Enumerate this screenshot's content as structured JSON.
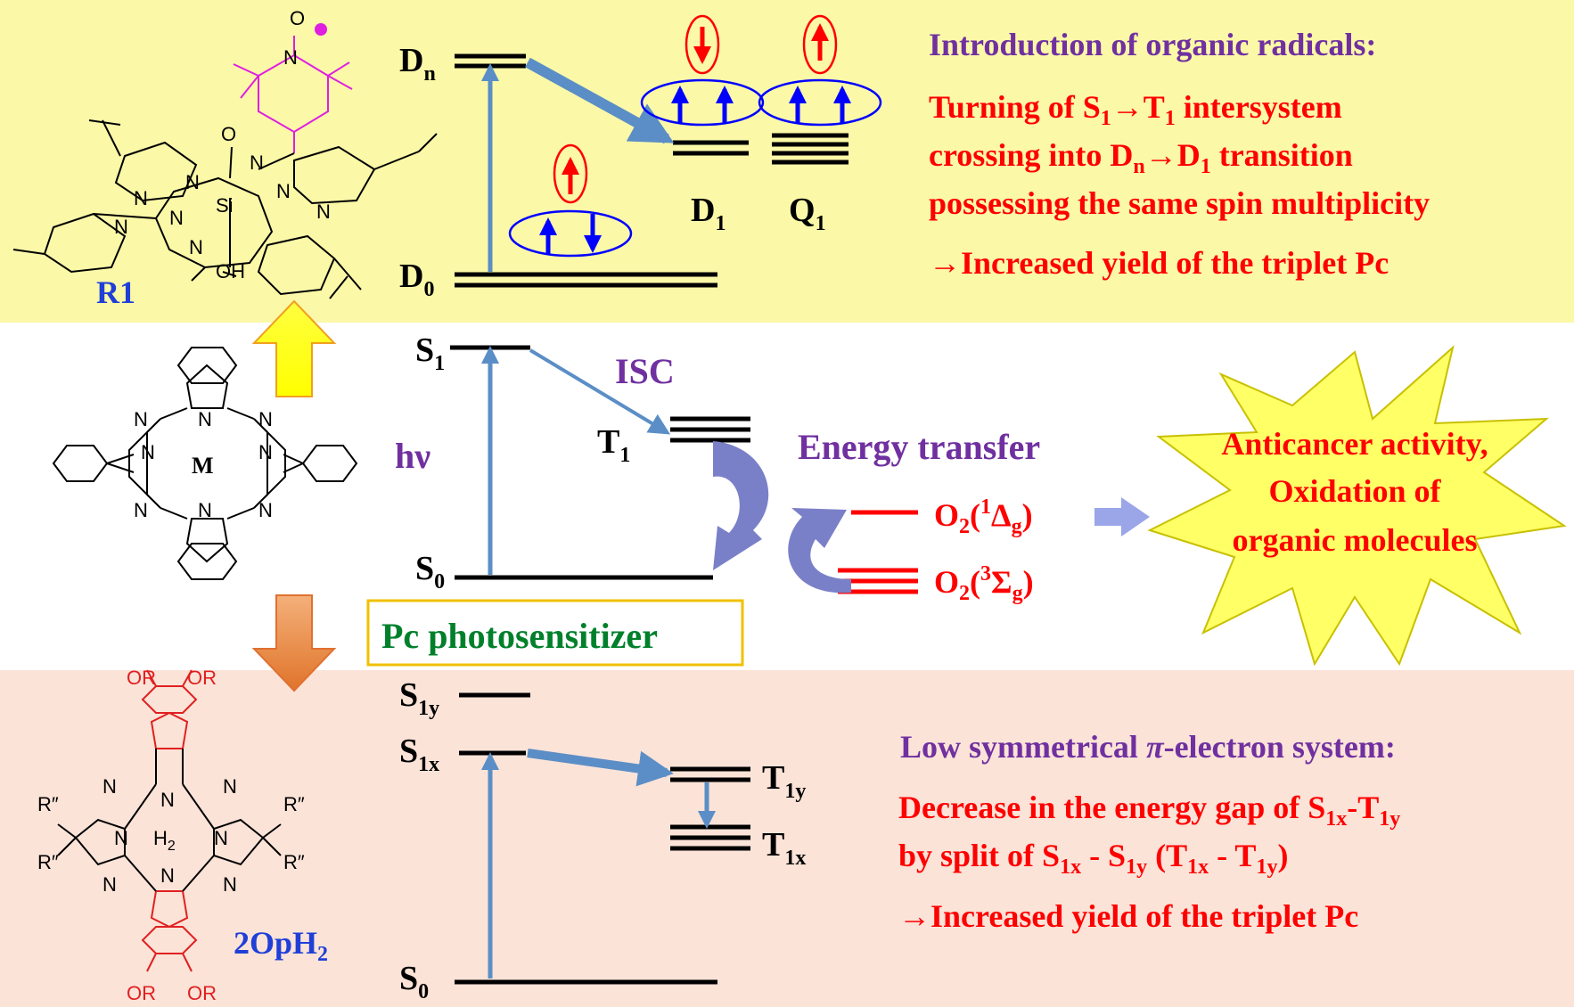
{
  "colors": {
    "top_band": "#fbf8a8",
    "bottom_band": "#fbe3d8",
    "arrow_blue": "#5b8ec6",
    "purple": "#7030a0",
    "red": "#ff0000",
    "green": "#00802b",
    "blue_label": "#1f3fd8"
  },
  "molecules": {
    "r1": {
      "name": "R1",
      "atoms": [
        "N",
        "N",
        "N",
        "N",
        "N",
        "N",
        "N",
        "N",
        "Si",
        "O",
        "OH",
        "N",
        "O"
      ]
    },
    "center": {
      "atoms": [
        "N",
        "N",
        "N",
        "N",
        "N",
        "N",
        "N",
        "N"
      ],
      "metal": "M"
    },
    "bottom": {
      "name_main": "2OpH",
      "name_sub": "2",
      "h2_main": "H",
      "h2_sub": "2",
      "ro": "R″",
      "or": "OR",
      "atoms": [
        "N",
        "N",
        "N",
        "N",
        "N",
        "N",
        "N",
        "N"
      ]
    }
  },
  "levels_top": {
    "dn": {
      "main": "D",
      "sub": "n"
    },
    "d0": {
      "main": "D",
      "sub": "0"
    },
    "d1": {
      "main": "D",
      "sub": "1"
    },
    "q1": {
      "main": "Q",
      "sub": "1"
    }
  },
  "levels_mid": {
    "s1": {
      "main": "S",
      "sub": "1"
    },
    "s0": {
      "main": "S",
      "sub": "0"
    },
    "t1": {
      "main": "T",
      "sub": "1"
    },
    "isc": "ISC",
    "hv": "hν",
    "energy_transfer": "Energy transfer",
    "o2_singlet": {
      "a": "O",
      "b": "2",
      "c": "(",
      "d": "1",
      "e": "Δ",
      "f": "g",
      "g": ")"
    },
    "o2_triplet": {
      "a": "O",
      "b": "2",
      "c": "(",
      "d": "3",
      "e": "Σ",
      "f": "g",
      "g": ")"
    },
    "star_lines": [
      "Anticancer activity,",
      "Oxidation of",
      "organic molecules"
    ],
    "pc_box": "Pc photosensitizer"
  },
  "levels_bottom": {
    "s1y": {
      "main": "S",
      "sub": "1y"
    },
    "s1x": {
      "main": "S",
      "sub": "1x"
    },
    "s0": {
      "main": "S",
      "sub": "0"
    },
    "t1y": {
      "main": "T",
      "sub": "1y"
    },
    "t1x": {
      "main": "T",
      "sub": "1x"
    }
  },
  "text_top": {
    "heading": "Introduction of organic radicals:",
    "l1": {
      "a": "Turning of S",
      "b": "1",
      "c": "→T",
      "d": "1",
      "e": " intersystem"
    },
    "l2": {
      "a": "crossing into D",
      "b": "n",
      "c": "→D",
      "d": "1",
      "e": " transition"
    },
    "l3": "possessing the same spin multiplicity",
    "l4": "→Increased yield of  the triplet Pc"
  },
  "text_bottom": {
    "heading_a": "Low symmetrical ",
    "heading_b": "π",
    "heading_c": "-electron system:",
    "l1": {
      "a": "Decrease in the energy gap of  S",
      "b": "1x",
      "c": "-T",
      "d": "1y"
    },
    "l2": {
      "a": "by split of S",
      "b": "1x",
      "c": " - S",
      "d": "1y",
      "e": " (T",
      "f": "1x",
      "g": " - T",
      "h": "1y",
      "i": ")"
    },
    "l3": "→Increased yield of  the triplet Pc"
  }
}
